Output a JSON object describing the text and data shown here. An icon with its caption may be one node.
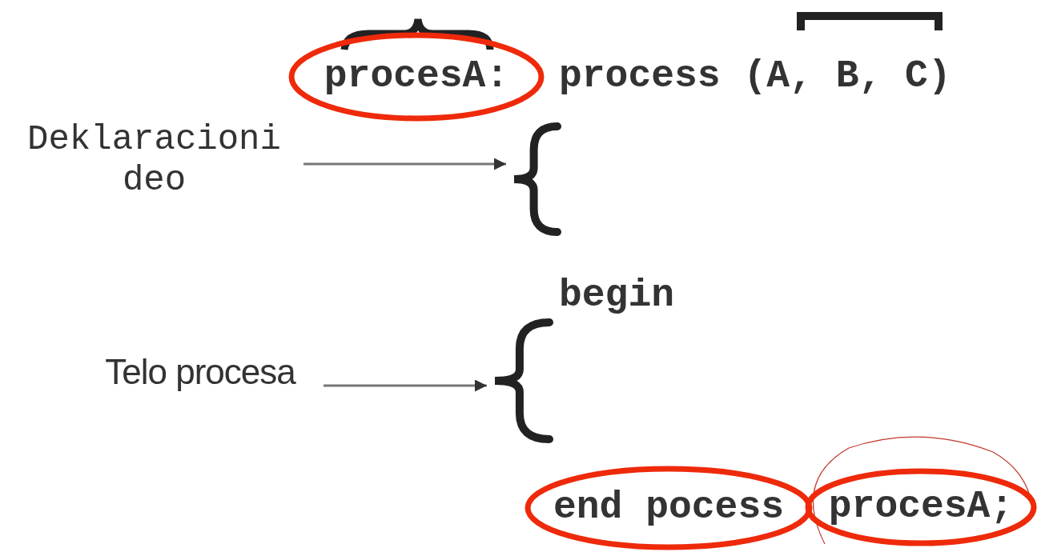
{
  "diagram": {
    "nodes": [
      {
        "text": [
          "procesA:"
        ]
      },
      {
        "text": [
          "Deklaracioni deo"
        ]
      },
      {
        "text": [],
        "shape": "brace"
      },
      {
        "text": [
          "Telo procesa"
        ]
      },
      {
        "text": [],
        "shape": "brace"
      },
      {
        "text": [
          "end pocess"
        ]
      },
      {
        "text": [
          "procesA;"
        ]
      }
    ],
    "edges": [
      {
        "from": 1,
        "to": 2,
        "arrow": "to"
      },
      {
        "from": 3,
        "to": 4,
        "arrow": "to"
      }
    ],
    "labels": [
      "process (A, B, C)",
      "begin"
    ]
  }
}
